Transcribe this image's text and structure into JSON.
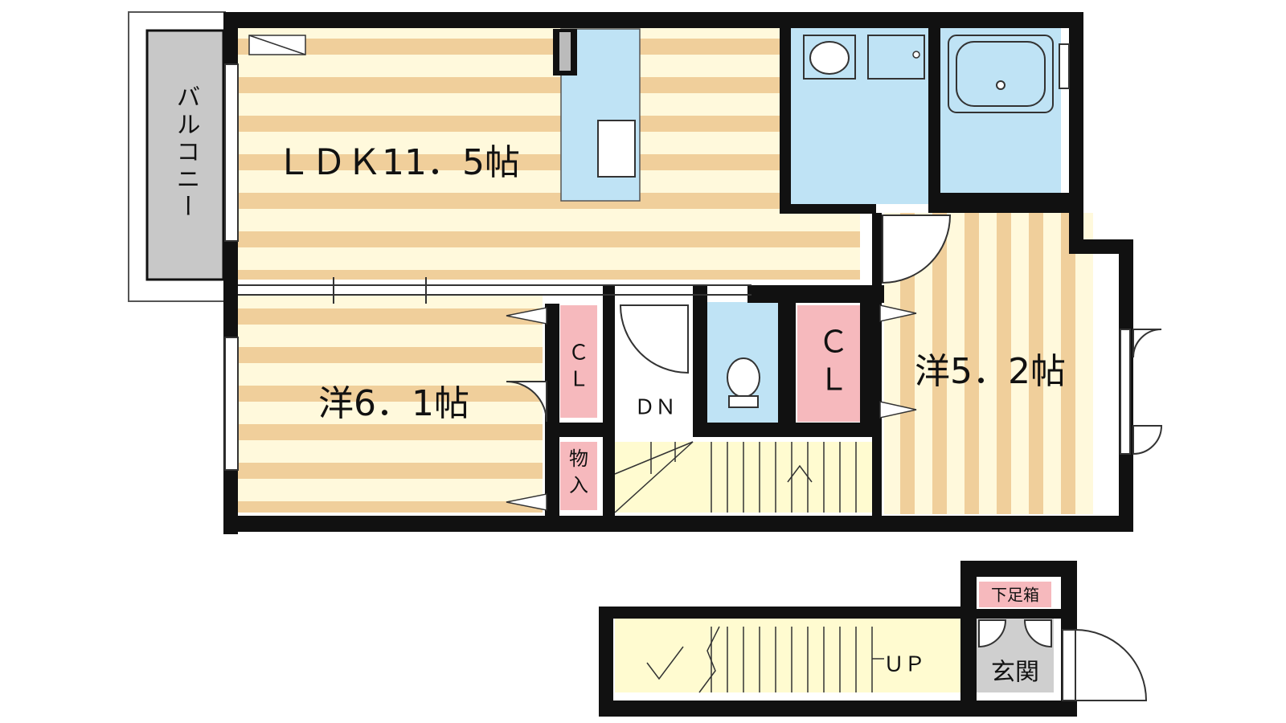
{
  "labels": {
    "balcony": "バルコニー",
    "ldk": "ＬＤＫ11．5帖",
    "western1": "洋6．1帖",
    "western2": "洋5．2帖",
    "cl1_a": "Ｃ",
    "cl1_b": "Ｌ",
    "cl2_a": "Ｃ",
    "cl2_b": "Ｌ",
    "storage_a": "物",
    "storage_b": "入",
    "down": "ＤＮ",
    "up": "ＵＰ",
    "shoe_box": "下足箱",
    "entrance": "玄関"
  },
  "colors": {
    "wall": "#111111",
    "floor_stripe_tan": "#f0cf9b",
    "floor_stripe_cream": "#fff9dc",
    "wet_area": "#bfe3f5",
    "closet": "#f6b9bd",
    "stair_floor": "#fffbd0",
    "balcony": "#c8c8c8",
    "entrance_floor": "#cfcfcf"
  }
}
